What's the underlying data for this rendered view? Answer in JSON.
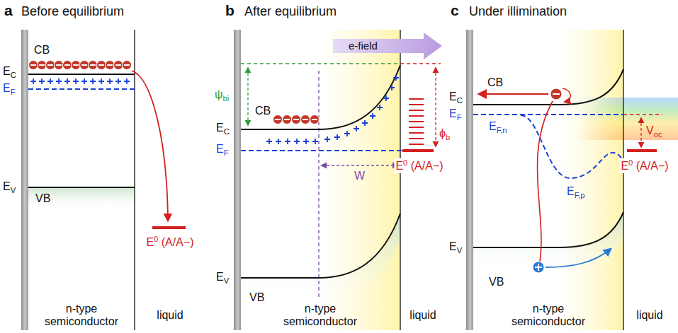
{
  "diagram": {
    "labels": [
      "a",
      "Before equilibrium",
      "CB",
      "EC",
      "EF",
      "EV",
      "VB",
      "E0 (A/A−)",
      "n-type semiconductor",
      "liquid",
      "b",
      "After equilibrium",
      "e-field",
      "ψbi",
      "ϕb",
      "CB",
      "EC",
      "EF",
      "W",
      "EV",
      "VB",
      "E0 (A/A−)",
      "n-type semiconductor",
      "liquid",
      "c",
      "Under illimination",
      "CB",
      "EC",
      "EF",
      "EF,n",
      "Voc",
      "E0 (A/A−)",
      "EF,p",
      "EV",
      "VB",
      "n-type semiconductor",
      "liquid"
    ]
  }
}
